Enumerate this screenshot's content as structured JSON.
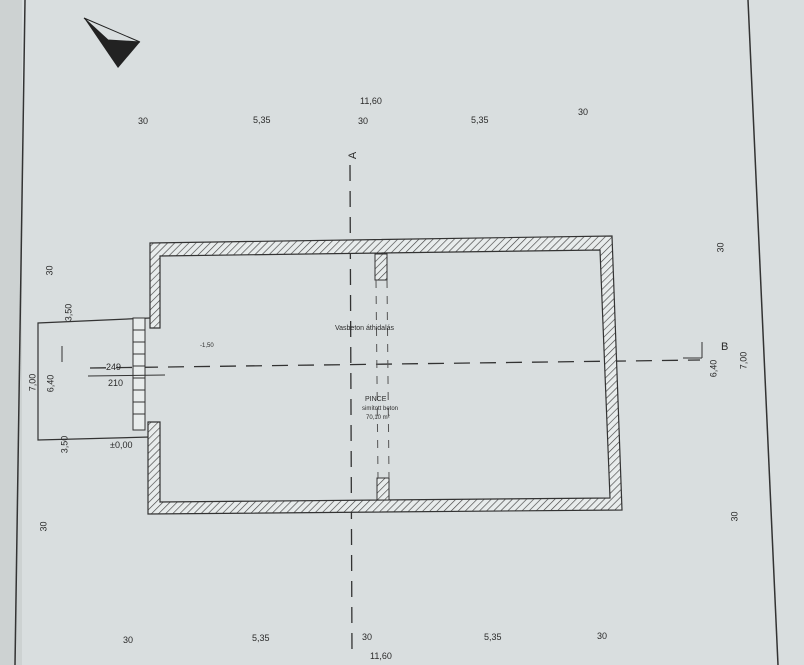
{
  "plan": {
    "room_name": "PINCE",
    "floor_finish": "simított beton",
    "area": "70,10 m²",
    "lintel_label": "Vasbeton áthidalás",
    "section_mark": "A",
    "section_mark_right": "B",
    "level_entry": "±0,00",
    "level_basement": "-1,50",
    "stair_rise": "249",
    "stair_width": "210"
  },
  "dimensions": {
    "top_total": "11,60",
    "top": [
      "30",
      "5,35",
      "30",
      "5,35",
      "30"
    ],
    "bottom_total": "11,60",
    "bottom": [
      "30",
      "5,35",
      "30",
      "5,35",
      "30"
    ],
    "left": [
      "30",
      "3,50",
      "7,00",
      "6,40",
      "3,50",
      "30"
    ],
    "right": [
      "30",
      "6,40",
      "7,00",
      "30"
    ]
  }
}
